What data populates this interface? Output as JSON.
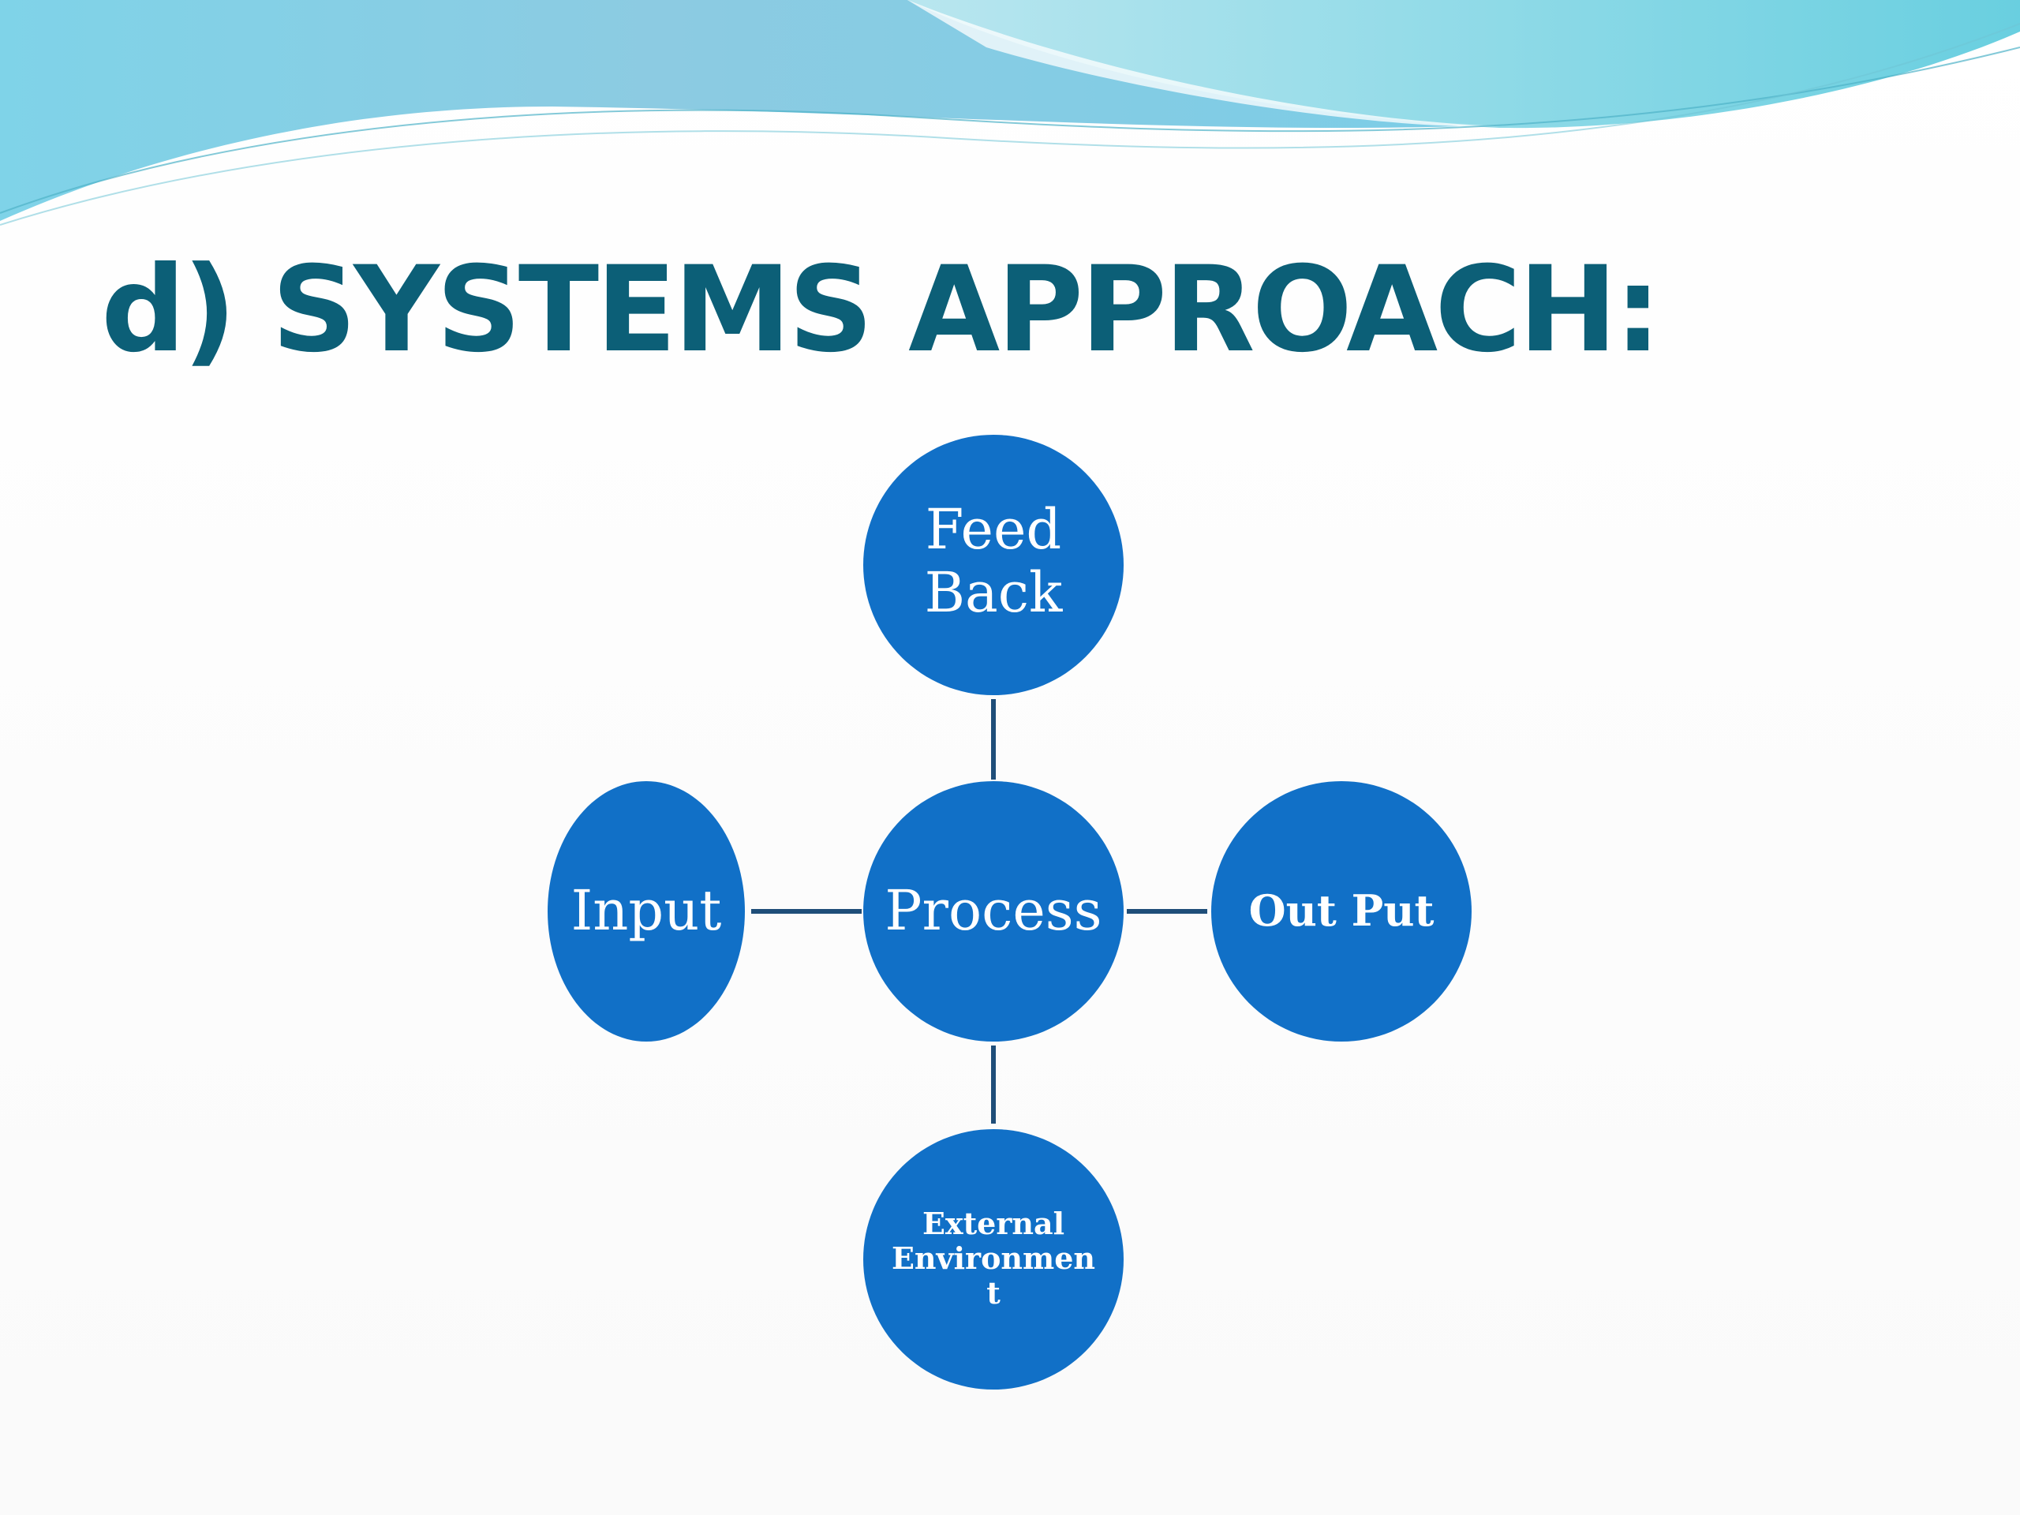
{
  "slide": {
    "title": "d) SYSTEMS APPROACH:"
  },
  "diagram": {
    "nodes": {
      "feedback": {
        "lines": [
          "Feed",
          "Back"
        ]
      },
      "input": {
        "lines": [
          "Input"
        ]
      },
      "process": {
        "lines": [
          "Process"
        ]
      },
      "output": {
        "lines": [
          "Out Put"
        ]
      },
      "environment": {
        "lines": [
          "External",
          "Environmen",
          "t"
        ]
      }
    }
  },
  "theme": {
    "title_color": "#0c5f77",
    "node_fill": "#1170c7",
    "connector_color": "#1f4e79",
    "wave_colors": [
      "#7fcbe3",
      "#a6dcec",
      "#5fc6dc"
    ]
  }
}
